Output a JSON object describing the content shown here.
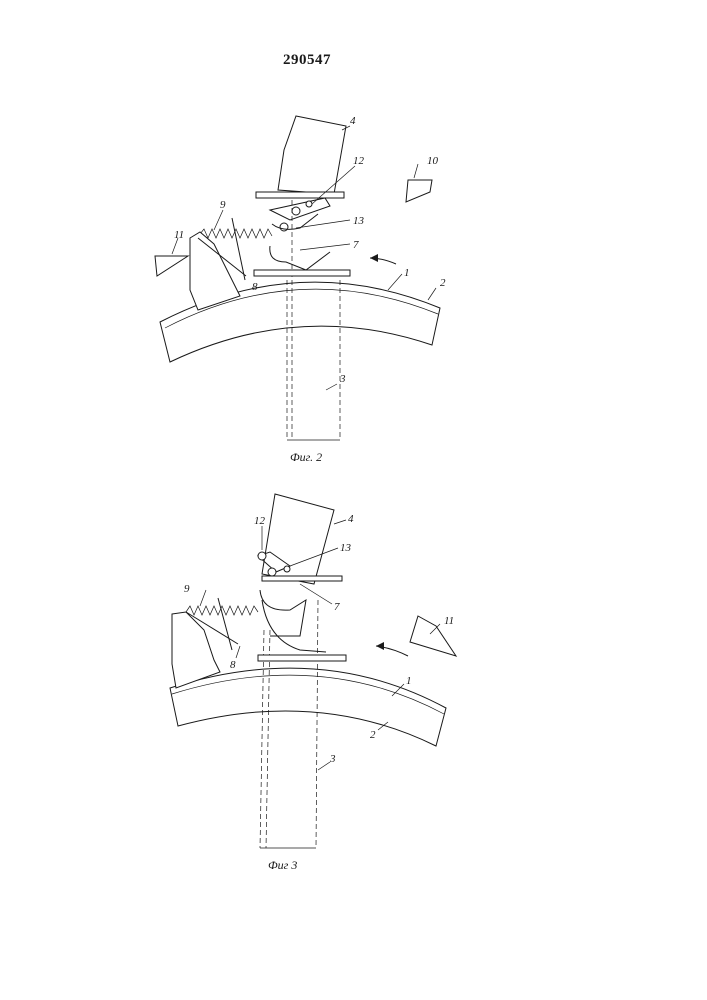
{
  "document": {
    "patent_number": "290547"
  },
  "figure2": {
    "caption": "Фиг. 2",
    "labels": {
      "l1": "1",
      "l2": "2",
      "l3": "3",
      "l4": "4",
      "l7": "7",
      "l8": "8",
      "l9": "9",
      "l10": "10",
      "l11": "11",
      "l12": "12",
      "l13": "13"
    }
  },
  "figure3": {
    "caption": "Фиг 3",
    "labels": {
      "l1": "1",
      "l2": "2",
      "l3": "3",
      "l4": "4",
      "l7": "7",
      "l8": "8",
      "l9": "9",
      "l11": "11",
      "l12": "12",
      "l13": "13"
    }
  }
}
